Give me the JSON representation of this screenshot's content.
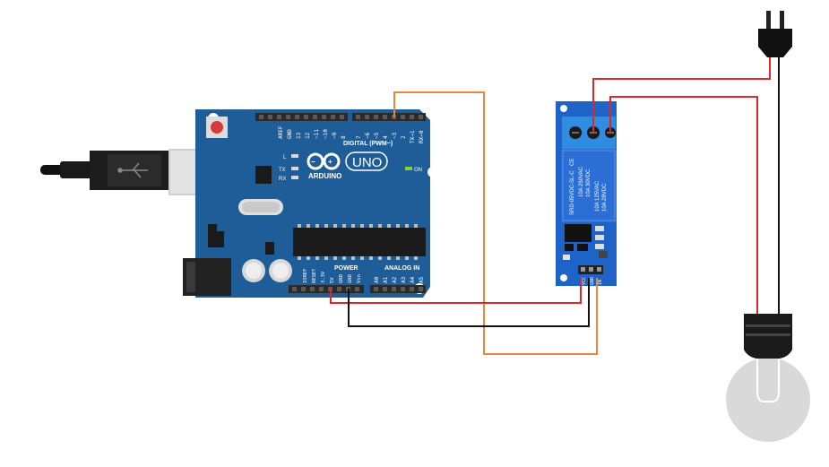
{
  "colors": {
    "board": "#1f5d99",
    "board_dark": "#174a7d",
    "header": "#2a2a2a",
    "wire_red": "#e0262b",
    "wire_black": "#111111",
    "wire_orange": "#e8873a",
    "relay_blue": "#1e63c8",
    "relay_terminal": "#2f8ce0",
    "bulb_glass": "#d8d8d8",
    "bulb_base": "#222222"
  },
  "arduino": {
    "brand": "ARDUINO",
    "model": "UNO",
    "digital_label": "DIGITAL (PWM~)",
    "power_label": "POWER",
    "analog_label": "ANALOG IN",
    "on_label": "ON",
    "led_l": "L",
    "led_tx": "TX",
    "led_rx": "RX",
    "top_pins": [
      "AREF",
      "GND",
      "13",
      "12",
      "~11",
      "~10",
      "~9",
      "8",
      "7",
      "~6",
      "~5",
      "4",
      "~3",
      "2",
      "TX→1",
      "RX←0"
    ],
    "power_pins": [
      "IOREF",
      "RESET",
      "3.3V",
      "5V",
      "GND",
      "GND",
      "Vin"
    ],
    "analog_pins": [
      "A0",
      "A1",
      "A2",
      "A3",
      "A4",
      "A5"
    ]
  },
  "relay": {
    "model": "SRD-05VDC-SL-C",
    "rating_1": "10A 250VAC",
    "rating_2": "10A 30VDC",
    "rating_3": "10A 125VAC",
    "rating_4": "10A 28VDC",
    "ce": "CE",
    "pins": [
      "VCC",
      "GND",
      "IN"
    ]
  }
}
